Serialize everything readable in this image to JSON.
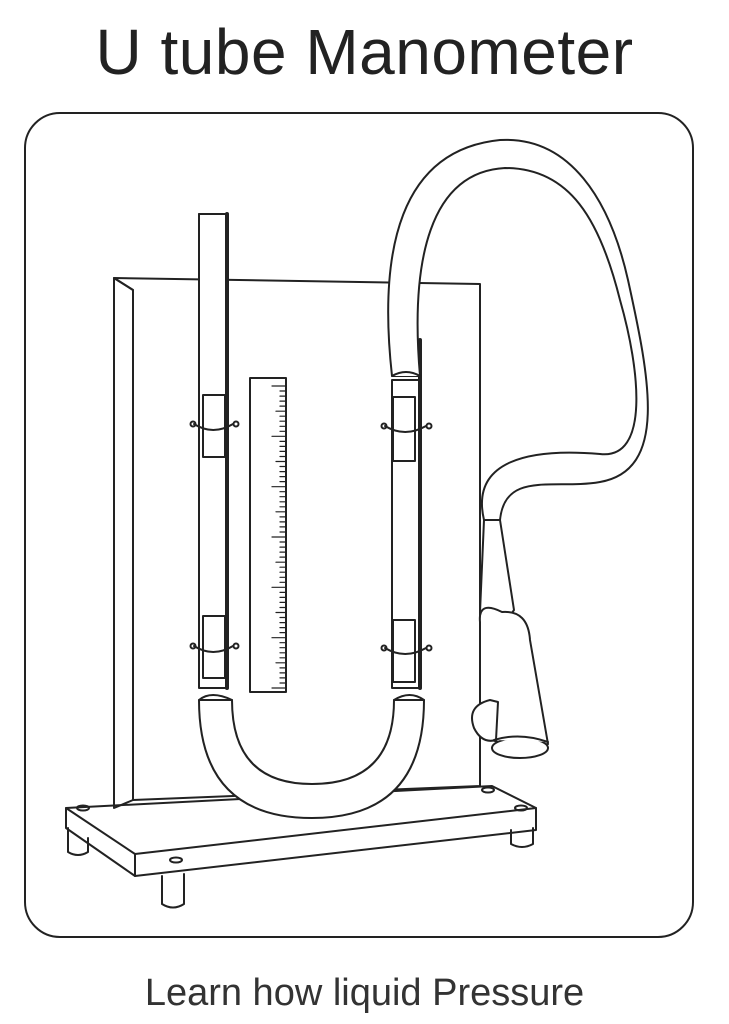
{
  "title": "U tube Manometer",
  "caption": "Learn how liquid Pressure",
  "colors": {
    "ink": "#222222",
    "paper": "#ffffff"
  },
  "scale": {
    "major_ticks": 6,
    "minor_per_major": 10
  }
}
